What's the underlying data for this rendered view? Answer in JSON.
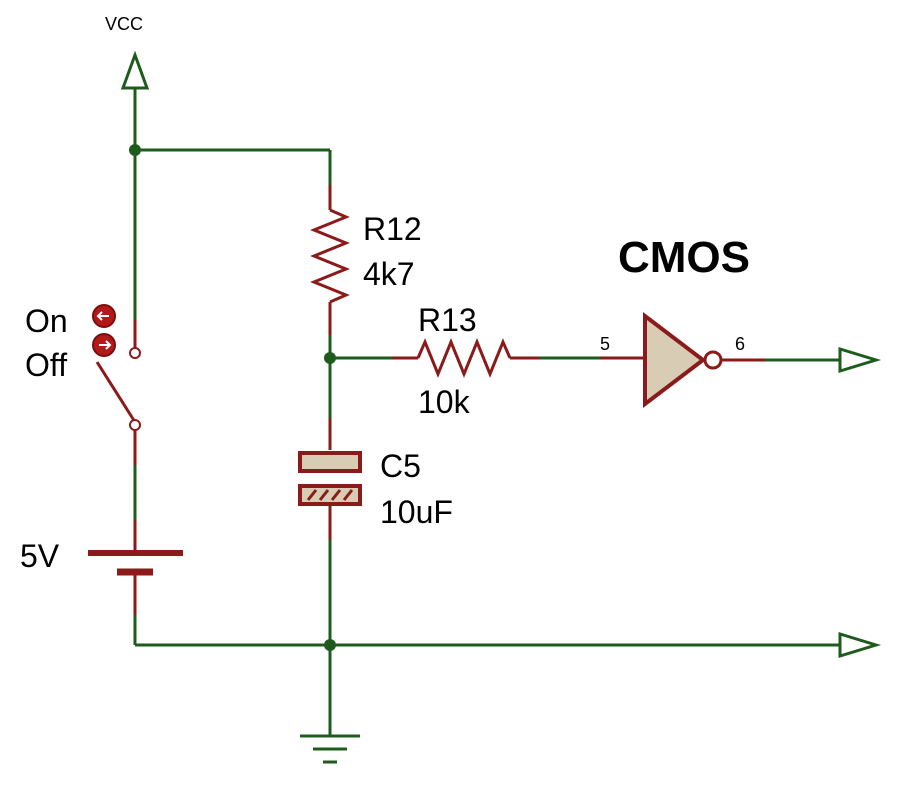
{
  "colors": {
    "wire": "#1e5c1e",
    "component": "#8b1a1a",
    "capacitor_fill": "#d8ccb4",
    "gate_fill": "#d8ccb4",
    "text": "#000000"
  },
  "power": {
    "label": "VCC"
  },
  "switch": {
    "on_label": "On",
    "off_label": "Off",
    "on_icon": "arrow-left-icon",
    "off_icon": "arrow-right-icon"
  },
  "battery": {
    "label": "5V"
  },
  "r12": {
    "ref": "R12",
    "value": "4k7"
  },
  "r13": {
    "ref": "R13",
    "value": "10k"
  },
  "c5": {
    "ref": "C5",
    "value": "10uF"
  },
  "gate": {
    "title": "CMOS",
    "pin_in": "5",
    "pin_out": "6"
  }
}
